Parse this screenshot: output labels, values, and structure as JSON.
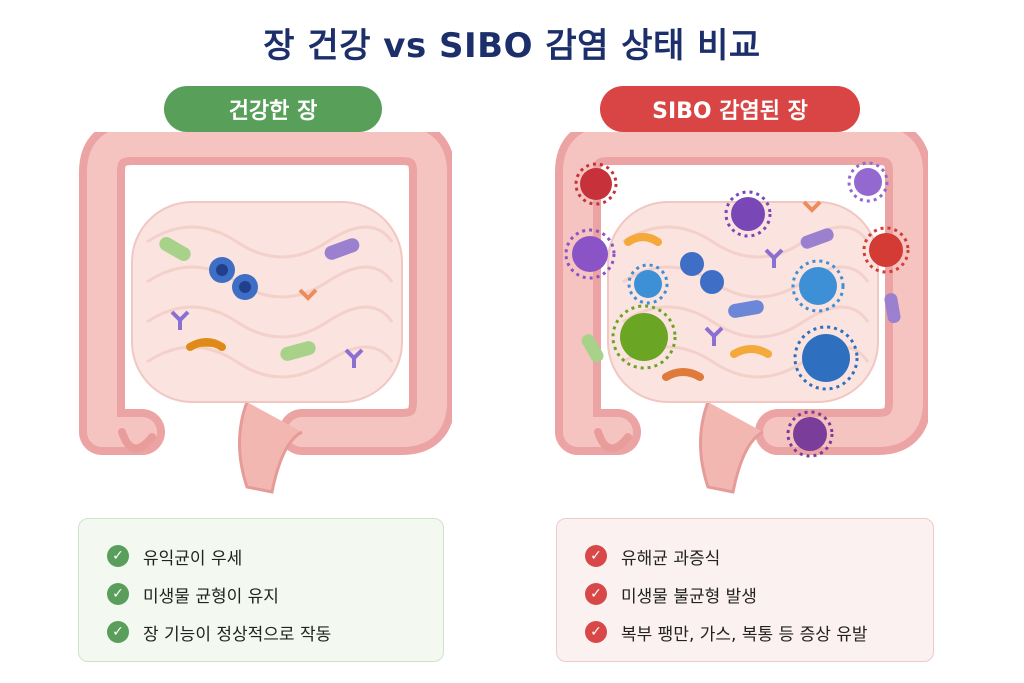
{
  "title": "장 건강 vs SIBO 감염 상태 비교",
  "healthy": {
    "label": "건강한 장",
    "items": [
      "유익균이 우세",
      "미생물 균형이 유지",
      "장 기능이 정상적으로 작동"
    ],
    "color": "#58a05a"
  },
  "sibo": {
    "label": "SIBO 감염된 장",
    "items": [
      "유해균 과증식",
      "미생물 불균형 발생",
      "복부 팽만, 가스, 복통 등 증상 유발"
    ],
    "color": "#d94444"
  },
  "icons": {
    "check": "checkmark-icon",
    "illustration_left": "healthy-intestine-illustration",
    "illustration_right": "sibo-intestine-illustration"
  }
}
